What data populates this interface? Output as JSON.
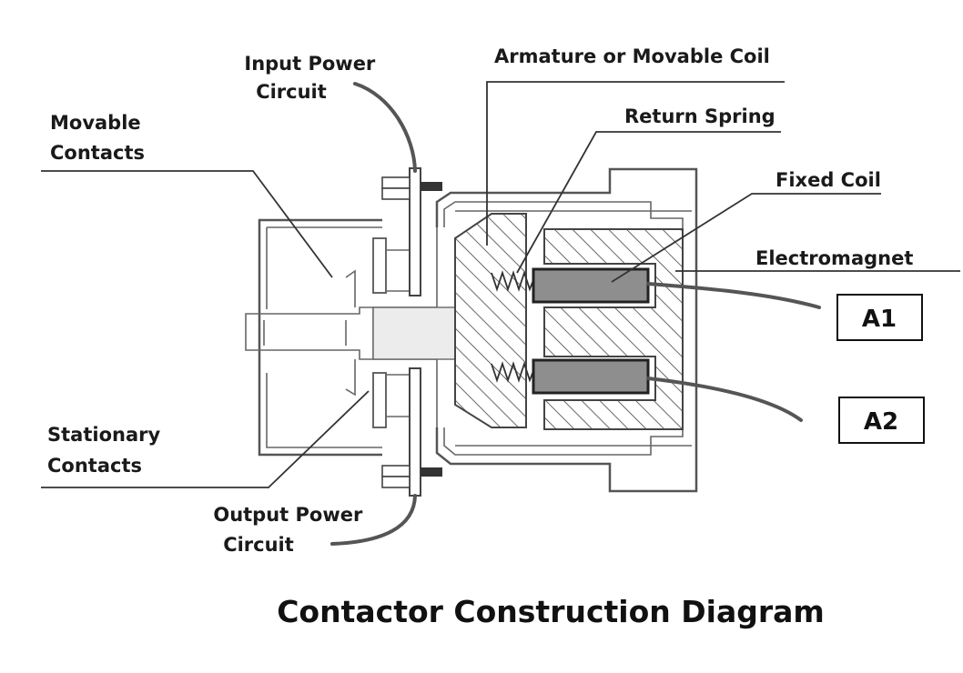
{
  "labels": {
    "input_power_circuit": [
      "Input Power",
      "Circuit"
    ],
    "movable_contacts": [
      "Movable",
      "Contacts"
    ],
    "armature": "Armature or Movable Coil",
    "return_spring": "Return Spring",
    "fixed_coil": "Fixed Coil",
    "electromagnet": "Electromagnet",
    "stationary_contacts": [
      "Stationary",
      "Contacts"
    ],
    "output_power_circuit": [
      "Output Power",
      "Circuit"
    ]
  },
  "terminals": {
    "a1": "A1",
    "a2": "A2"
  },
  "title": "Contactor Construction Diagram"
}
